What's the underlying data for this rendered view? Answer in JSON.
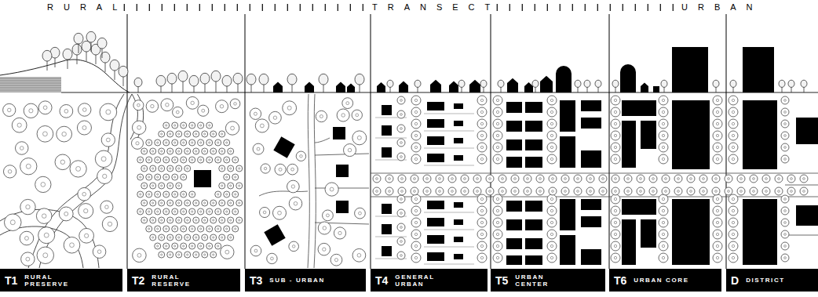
{
  "diagram": {
    "nodes": [
      {
        "text": [
          "T1",
          "RURAL PRESERVE"
        ]
      },
      {
        "text": [
          "T2",
          "RURAL RESERVE"
        ]
      },
      {
        "text": [
          "T3",
          "SUB - URBAN"
        ]
      },
      {
        "text": [
          "T4",
          "GENERAL URBAN"
        ]
      },
      {
        "text": [
          "T5",
          "URBAN CENTER"
        ]
      },
      {
        "text": [
          "T6",
          "URBAN CORE"
        ]
      },
      {
        "text": [
          "D",
          "DISTRICT"
        ]
      }
    ],
    "labels": [
      "RURAL",
      "TRANSECT",
      "URBAN"
    ]
  }
}
